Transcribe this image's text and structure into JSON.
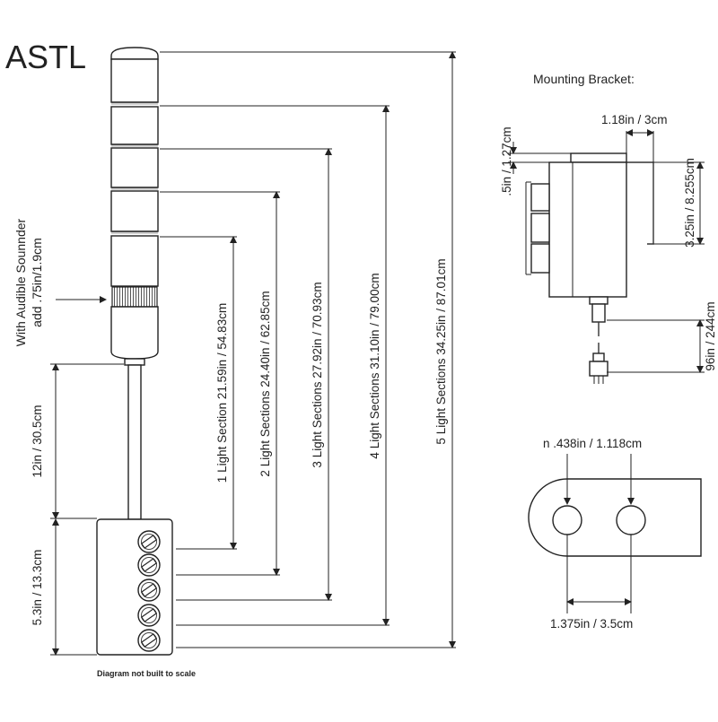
{
  "title": "ASTL",
  "mounting_bracket_title": "Mounting Bracket:",
  "audible_note": [
    "With Audible Sounnder",
    "add .75in/1.9cm"
  ],
  "dimensions": {
    "one_light": "1 Light  Section 21.59in / 54.83cm",
    "two_light": "2 Light  Sections 24.40in / 62.85cm",
    "three_light": "3 Light  Sections 27.92in / 70.93cm",
    "four_light": "4 Light  Sections 31.10in / 79.00cm",
    "five_light": "5 Light  Sections 34.25in / 87.01cm",
    "pole": "12in / 30.5cm",
    "box": "5.3in / 13.3cm",
    "bracket_width": "1.18in / 3cm",
    "bracket_thickness": ".5in / 1.27cm",
    "bracket_height": "3.25in / 8.255cm",
    "cable": "96in / 244cm",
    "hole_diameter": "n .438in / 1.118cm",
    "hole_spacing": "1.375in / 3.5cm"
  },
  "footnote": "Diagram not built to scale"
}
